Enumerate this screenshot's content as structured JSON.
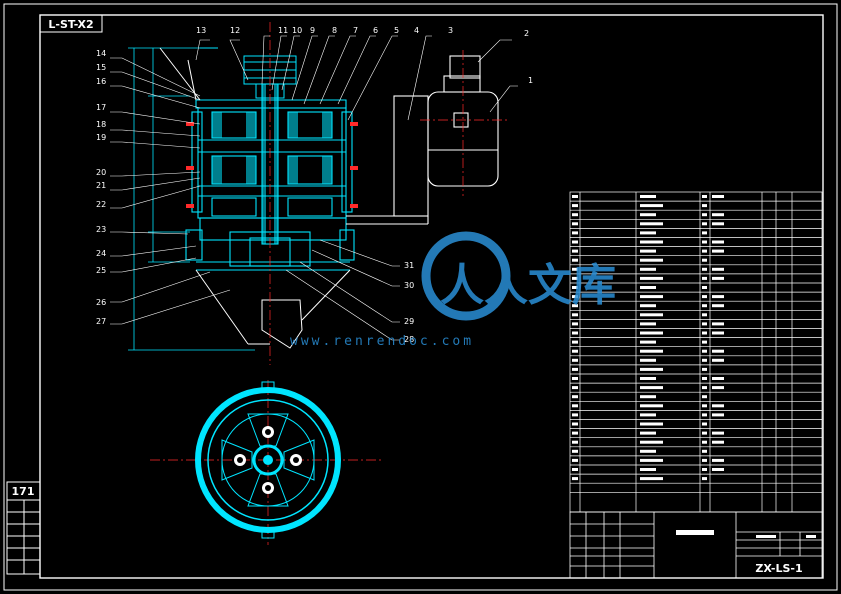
{
  "drawing": {
    "corner_code": "L-ST-X2",
    "drawing_number": "ZX-LS-1",
    "part_balloons": [
      "1",
      "2",
      "3",
      "4",
      "5",
      "6",
      "7",
      "8",
      "9",
      "10",
      "11",
      "12",
      "13",
      "14",
      "15",
      "16",
      "17",
      "18",
      "19",
      "20",
      "21",
      "22",
      "23",
      "24",
      "25",
      "26",
      "27",
      "28",
      "29",
      "30",
      "31"
    ],
    "left_strip_text": "171",
    "watermark_text": "人人文库",
    "watermark_url": "www.renrendoc.com",
    "colors": {
      "line": "#ffffff",
      "part": "#00e5ff",
      "center": "#ff2a2a",
      "watermark": "#2a8fd6"
    }
  }
}
